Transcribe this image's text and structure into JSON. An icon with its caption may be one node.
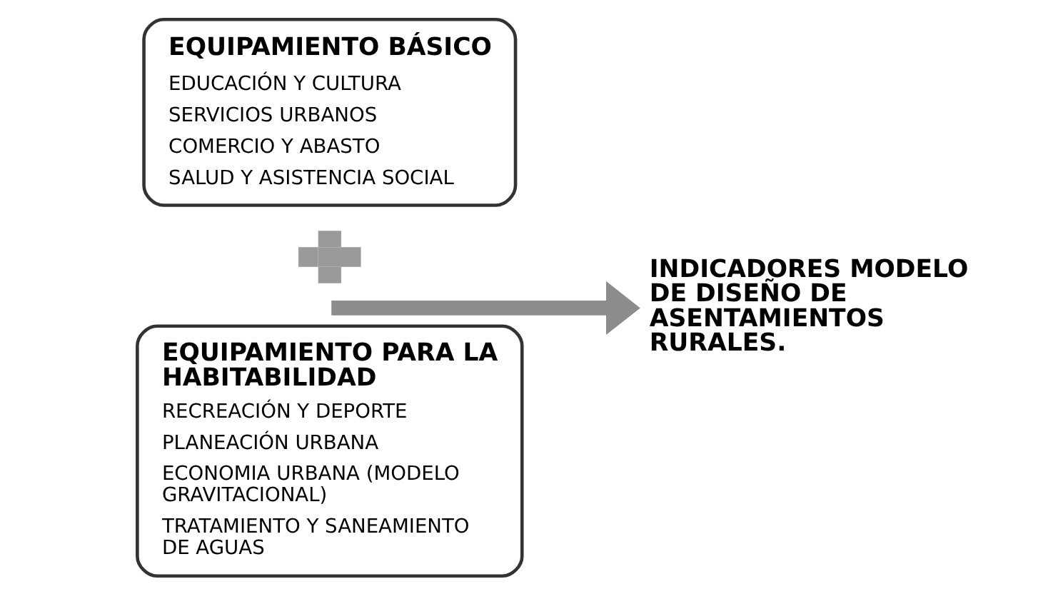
{
  "diagram": {
    "nodes": [
      {
        "text": [
          "EQUIPAMIENTO BÁSICO",
          "EDUCACIÓN Y CULTURA",
          "SERVICIOS URBANOS",
          "COMERCIO Y ABASTO",
          "SALUD Y ASISTENCIA SOCIAL"
        ]
      },
      {
        "text": [
          "EQUIPAMIENTO PARA LA HABITABILIDAD",
          "RECREACIÓN Y DEPORTE",
          "PLANEACIÓN URBANA",
          "ECONOMIA URBANA (MODELO GRAVITACIONAL)",
          "TRATAMIENTO Y SANEAMIENTO DE AGUAS"
        ]
      },
      {
        "text": [
          "INDICADORES MODELO DE DISEÑO DE ASENTAMIENTOS RURALES."
        ]
      }
    ],
    "edges": [
      {
        "from": null,
        "to": 2,
        "arrow": "to"
      }
    ]
  }
}
